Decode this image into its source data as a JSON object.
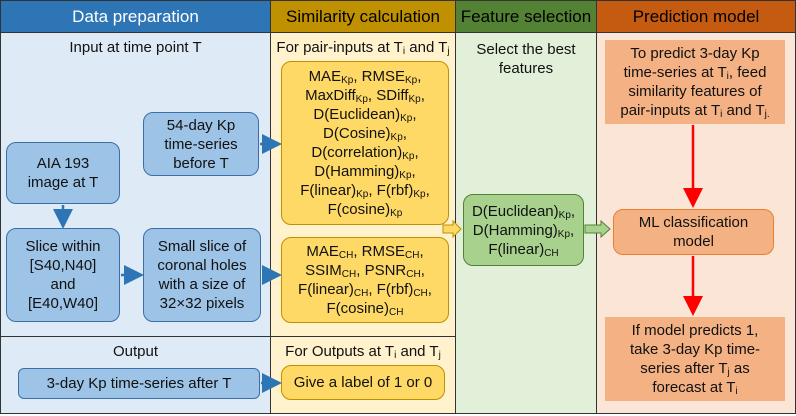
{
  "columns": [
    {
      "title": "Data preparation",
      "header_bg": "#2e75b6",
      "body_bg": "#deebf7",
      "header_fg": "#ffffff"
    },
    {
      "title": "Similarity calculation",
      "header_bg": "#bf9000",
      "body_bg": "#fff2cc",
      "header_fg": "#000000"
    },
    {
      "title": "Feature selection",
      "header_bg": "#548235",
      "body_bg": "#e2f0d9",
      "header_fg": "#000000"
    },
    {
      "title": "Prediction model",
      "header_bg": "#c55a11",
      "body_bg": "#fbe5d6",
      "header_fg": "#000000"
    }
  ],
  "data_prep": {
    "input_title": "Input at time point T",
    "aia_line1": "AIA 193",
    "aia_line2": "image at T",
    "kp54_line1": "54-day Kp",
    "kp54_line2": "time-series",
    "kp54_line3": "before T",
    "slice_line1": "Slice within",
    "slice_line2": "[S40,N40]",
    "slice_line3": "and",
    "slice_line4": "[E40,W40]",
    "small_line1": "Small slice of",
    "small_line2": "coronal holes",
    "small_line3": "with a size of",
    "small_line4": "32×32 pixels",
    "output_title": "Output",
    "output_box": "3-day Kp time-series after T"
  },
  "similarity": {
    "pair_title_pre": "For pair-inputs at T",
    "pair_title_i": "i",
    "pair_title_and": " and T",
    "pair_title_j": "j",
    "kp_metrics": [
      [
        {
          "t": "MAE",
          "s": "Kp"
        },
        {
          "t": ", RMSE",
          "s": "Kp"
        },
        {
          "t": ",",
          "s": ""
        }
      ],
      [
        {
          "t": "MaxDiff",
          "s": "Kp"
        },
        {
          "t": ", SDiff",
          "s": "Kp"
        },
        {
          "t": ",",
          "s": ""
        }
      ],
      [
        {
          "t": "D(Euclidean)",
          "s": "Kp"
        },
        {
          "t": ",",
          "s": ""
        }
      ],
      [
        {
          "t": "D(Cosine)",
          "s": "Kp"
        },
        {
          "t": ",",
          "s": ""
        }
      ],
      [
        {
          "t": "D(correlation)",
          "s": "Kp"
        },
        {
          "t": ",",
          "s": ""
        }
      ],
      [
        {
          "t": "D(Hamming)",
          "s": "Kp"
        },
        {
          "t": ",",
          "s": ""
        }
      ],
      [
        {
          "t": "F(linear)",
          "s": "Kp"
        },
        {
          "t": ", F(rbf)",
          "s": "Kp"
        },
        {
          "t": ",",
          "s": ""
        }
      ],
      [
        {
          "t": "F(cosine)",
          "s": "Kp"
        }
      ]
    ],
    "ch_metrics": [
      [
        {
          "t": "MAE",
          "s": "CH"
        },
        {
          "t": ", RMSE",
          "s": "CH"
        },
        {
          "t": ",",
          "s": ""
        }
      ],
      [
        {
          "t": "SSIM",
          "s": "CH"
        },
        {
          "t": ", PSNR",
          "s": "CH"
        },
        {
          "t": ",",
          "s": ""
        }
      ],
      [
        {
          "t": "F(linear)",
          "s": "CH"
        },
        {
          "t": ", F(rbf)",
          "s": "CH"
        },
        {
          "t": ",",
          "s": ""
        }
      ],
      [
        {
          "t": "F(cosine)",
          "s": "CH"
        }
      ]
    ],
    "output_title_pre": "For Outputs at T",
    "output_title_i": "i",
    "output_title_and": " and T",
    "output_title_j": "j",
    "label_box": "Give a label of 1 or 0"
  },
  "feature": {
    "subtitle_line1": "Select the best",
    "subtitle_line2": "features",
    "selected": [
      [
        {
          "t": "D(Euclidean)",
          "s": "Kp"
        },
        {
          "t": ",",
          "s": ""
        }
      ],
      [
        {
          "t": "D(Hamming)",
          "s": "Kp"
        },
        {
          "t": ",",
          "s": ""
        }
      ],
      [
        {
          "t": "F(linear)",
          "s": "CH"
        }
      ]
    ]
  },
  "prediction": {
    "top_line1": "To predict 3-day Kp",
    "top_line2_pre": "time-series at T",
    "top_line2_sub": "i",
    "top_line2_post": ", feed",
    "top_line3": "similarity features of",
    "top_line4_pre": "pair-inputs at T",
    "top_line4_sub_i": "i",
    "top_line4_mid": " and T",
    "top_line4_sub_j": "j.",
    "ml_line1": "ML classification",
    "ml_line2": "model",
    "bottom_line1": "If model predicts 1,",
    "bottom_line2": "take 3-day Kp time-",
    "bottom_line3_pre": "series after T",
    "bottom_line3_sub": "j",
    "bottom_line3_post": " as",
    "bottom_line4_pre": "forecast at T",
    "bottom_line4_sub": "i"
  },
  "colors": {
    "arrow_blue": "#2e75b6",
    "arrow_red": "#ff0000",
    "arrow_yellow": "#ffd966",
    "arrow_green": "#70ad47"
  }
}
